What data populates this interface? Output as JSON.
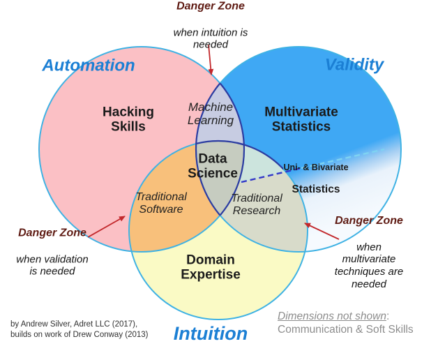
{
  "diagram": {
    "circle_labels": {
      "automation": "Automation",
      "validity": "Validity",
      "intuition": "Intuition"
    },
    "regions": {
      "hacking_skills": "Hacking\nSkills",
      "machine_learning": "Machine\nLearning",
      "multivariate_statistics": "Multivariate\nStatistics",
      "data_science": "Data\nScience",
      "traditional_software": "Traditional\nSoftware",
      "traditional_research": "Traditional\nResearch",
      "domain_expertise": "Domain\nExpertise",
      "uni_bivariate_line1": "Uni- & Bivariate",
      "uni_bivariate_line2": "Statistics"
    },
    "danger_zones": {
      "top": {
        "title": "Danger Zone",
        "body": "when intuition is\nneeded"
      },
      "left": {
        "title": "Danger Zone",
        "body": "when validation\nis needed"
      },
      "right": {
        "title": "Danger Zone",
        "body": "when multivariate\ntechniques are needed"
      }
    },
    "footer": {
      "credit": "by Andrew Silver, Adret LLC (2017),\nbuilds on work of Drew Conway (2013)",
      "dimensions_label": "Dimensions not shown",
      "dimensions_colon": ":",
      "dimensions_value": "Communication & Soft Skills"
    },
    "colors": {
      "pink": "#FBC0C5",
      "blue": "#3FA8F4",
      "yellow": "#FAFAC5",
      "lavender": "#C7CCE2",
      "orange": "#F8C07B",
      "sage": "#D8DBCA",
      "teal": "#CCE4DD",
      "center_gray": "#C6CCC0",
      "circle_outline": "#3FB2E4",
      "inner_outline": "#2D3BA0",
      "dash_blue": "#3238C8",
      "dash_cyan": "#7ED3F2",
      "arrow_red": "#C2272B",
      "label_blue": "#1B7FD4",
      "danger_maroon": "#5E1A12",
      "text_dark": "#1A1A1A",
      "footer_gray": "#8C8C8C"
    }
  }
}
